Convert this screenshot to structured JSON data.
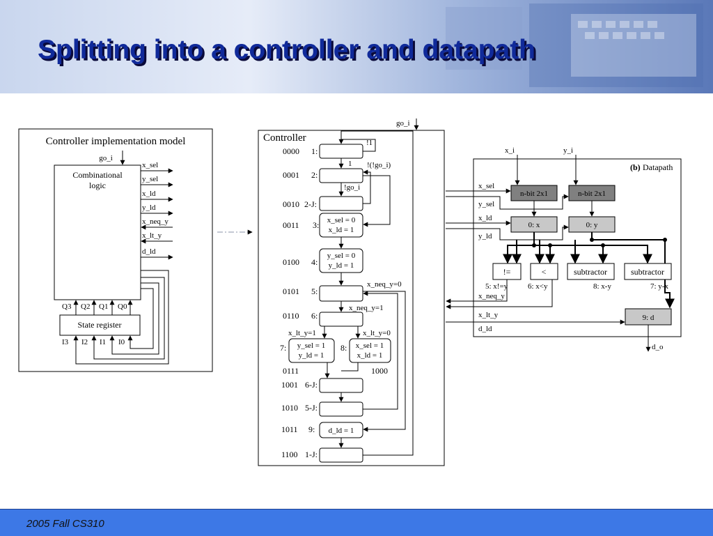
{
  "slide": {
    "title": "Splitting into a controller and datapath",
    "footer": "2005 Fall CS310"
  },
  "model": {
    "title": "Controller implementation model",
    "go_i": "go_i",
    "comb_line1": "Combinational",
    "comb_line2": "logic",
    "outputs": [
      "x_sel",
      "y_sel",
      "x_ld",
      "y_ld"
    ],
    "inputs": [
      "x_neq_y",
      "x_lt_y"
    ],
    "d_ld": "d_ld",
    "state_register": "State register",
    "q_labels": [
      "Q3",
      "Q2",
      "Q1",
      "Q0"
    ],
    "i_labels": [
      "I3",
      "I2",
      "I1",
      "I0"
    ]
  },
  "controller": {
    "title": "Controller",
    "go_i": "go_i",
    "codes": [
      "0000",
      "0001",
      "0010",
      "0011",
      "0100",
      "0101",
      "0110",
      "0111",
      "1000",
      "1001",
      "1010",
      "1011",
      "1100"
    ],
    "states": [
      "1:",
      "2:",
      "2-J:",
      "3:",
      "4:",
      "5:",
      "6:",
      "7:",
      "8:",
      "6-J:",
      "5-J:",
      "9:",
      "1-J:"
    ],
    "actions": {
      "s3_line1": "x_sel = 0",
      "s3_line2": "x_ld = 1",
      "s4_line1": "y_sel = 0",
      "s4_line2": "y_ld = 1",
      "s7_line1": "y_sel = 1",
      "s7_line2": "y_ld = 1",
      "s8_line1": "x_sel = 1",
      "s8_line2": "x_ld = 1",
      "s9": "d_ld = 1"
    },
    "conditions": {
      "not1": "!1",
      "one": "1",
      "not_not_go": "!(!go_i)",
      "not_go": "!go_i",
      "neq0": "x_neq_y=0",
      "neq1": "x_neq_y=1",
      "lt1": "x_lt_y=1",
      "lt0": "x_lt_y=0"
    }
  },
  "datapath": {
    "title_b": "(b)",
    "title": "Datapath",
    "x_i": "x_i",
    "y_i": "y_i",
    "signals_in": [
      "x_sel",
      "y_sel",
      "x_ld",
      "y_ld"
    ],
    "signals_out": [
      "x_neq_y",
      "x_lt_y"
    ],
    "d_ld": "d_ld",
    "mux": "n-bit 2x1",
    "reg_x": "0: x",
    "reg_y": "0: y",
    "neq": "!=",
    "lt": "<",
    "sub": "subtractor",
    "lbl5": "5: x!=y",
    "lbl6": "6: x<y",
    "lbl8": "8: x-y",
    "lbl7": "7: y-x",
    "reg_d": "9: d",
    "d_o": "d_o"
  },
  "colors": {
    "title": "#102a9a",
    "footer": "#3d78e6",
    "mux_fill": "#808080",
    "reg_fill": "#c8c8c8"
  }
}
